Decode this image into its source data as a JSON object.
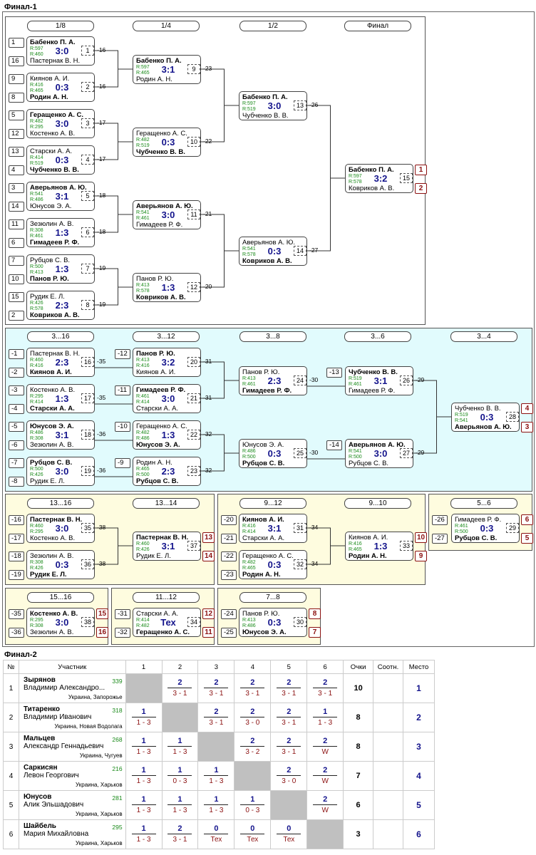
{
  "final1": {
    "title": "Финал-1",
    "main": {
      "rounds": [
        "1/8",
        "1/4",
        "1/2",
        "Финал"
      ],
      "seeds": [
        "1",
        "16",
        "9",
        "8",
        "5",
        "12",
        "13",
        "4",
        "3",
        "14",
        "11",
        "6",
        "7",
        "10",
        "15",
        "2"
      ],
      "r1": [
        {
          "p1": "Бабенко П. А.",
          "p2": "Пастернак В. Н.",
          "w": 1,
          "r1": "R:597",
          "r2": "R:460",
          "score": "3:0",
          "no": "1",
          "dest": "-16"
        },
        {
          "p1": "Киянов А. И.",
          "p2": "Родин А. Н.",
          "w": 2,
          "r1": "R:416",
          "r2": "R:465",
          "score": "0:3",
          "no": "2",
          "dest": "-16"
        },
        {
          "p1": "Геращенко А. С.",
          "p2": "Костенко А. В.",
          "w": 1,
          "r1": "R:482",
          "r2": "R:295",
          "score": "3:0",
          "no": "3",
          "dest": "-17"
        },
        {
          "p1": "Старски А. А.",
          "p2": "Чубченко В. В.",
          "w": 2,
          "r1": "R:414",
          "r2": "R:519",
          "score": "0:3",
          "no": "4",
          "dest": "-17"
        },
        {
          "p1": "Аверьянов А. Ю.",
          "p2": "Юнусов Э. А.",
          "w": 1,
          "r1": "R:541",
          "r2": "R:486",
          "score": "3:1",
          "no": "5",
          "dest": "-18"
        },
        {
          "p1": "Зезюлин А. В.",
          "p2": "Гимадеев Р. Ф.",
          "w": 2,
          "r1": "R:308",
          "r2": "R:461",
          "score": "1:3",
          "no": "6",
          "dest": "-18"
        },
        {
          "p1": "Рубцов С. В.",
          "p2": "Панов Р. Ю.",
          "w": 2,
          "r1": "R:500",
          "r2": "R:413",
          "score": "1:3",
          "no": "7",
          "dest": "-19"
        },
        {
          "p1": "Рудик Е. Л.",
          "p2": "Ковриков А. В.",
          "w": 2,
          "r1": "R:426",
          "r2": "R:578",
          "score": "2:3",
          "no": "8",
          "dest": "-19"
        }
      ],
      "r2": [
        {
          "p1": "Бабенко П. А.",
          "p2": "Родин А. Н.",
          "w": 1,
          "r1": "R:597",
          "r2": "R:465",
          "score": "3:1",
          "no": "9",
          "dest": "-23"
        },
        {
          "p1": "Геращенко А. С.",
          "p2": "Чубченко В. В.",
          "w": 2,
          "r1": "R:482",
          "r2": "R:519",
          "score": "0:3",
          "no": "10",
          "dest": "-22"
        },
        {
          "p1": "Аверьянов А. Ю.",
          "p2": "Гимадеев Р. Ф.",
          "w": 1,
          "r1": "R:541",
          "r2": "R:461",
          "score": "3:0",
          "no": "11",
          "dest": "-21"
        },
        {
          "p1": "Панов Р. Ю.",
          "p2": "Ковриков А. В.",
          "w": 2,
          "r1": "R:413",
          "r2": "R:578",
          "score": "1:3",
          "no": "12",
          "dest": "-20"
        }
      ],
      "r3": [
        {
          "p1": "Бабенко П. А.",
          "p2": "Чубченко В. В.",
          "w": 1,
          "r1": "R:597",
          "r2": "R:519",
          "score": "3:0",
          "no": "13",
          "dest": "-26"
        },
        {
          "p1": "Аверьянов А. Ю.",
          "p2": "Ковриков А. В.",
          "w": 2,
          "r1": "R:541",
          "r2": "R:578",
          "score": "0:3",
          "no": "14",
          "dest": "-27"
        }
      ],
      "final": {
        "p1": "Бабенко П. А.",
        "p2": "Ковриков А. В.",
        "w": 1,
        "r1": "R:597",
        "r2": "R:578",
        "score": "3:2",
        "no": "15",
        "place1": "1",
        "place2": "2"
      }
    },
    "b316": {
      "rounds": [
        "3...16",
        "3...12",
        "3...8",
        "3...6",
        "3...4"
      ],
      "seeds": [
        "-1",
        "-2",
        "-3",
        "-4",
        "-5",
        "-6",
        "-7",
        "-8"
      ],
      "seeds2": [
        "-12",
        "-11",
        "-10",
        "-9"
      ],
      "seeds4": [
        "-13",
        "-14"
      ],
      "r1": [
        {
          "p1": "Пастернак В. Н.",
          "p2": "Киянов А. И.",
          "w": 2,
          "r1": "R:460",
          "r2": "R:416",
          "score": "2:3",
          "no": "16",
          "dest": "-35"
        },
        {
          "p1": "Костенко А. В.",
          "p2": "Старски А. А.",
          "w": 2,
          "r1": "R:295",
          "r2": "R:414",
          "score": "1:3",
          "no": "17",
          "dest": "-35"
        },
        {
          "p1": "Юнусов Э. А.",
          "p2": "Зезюлин А. В.",
          "w": 1,
          "r1": "R:486",
          "r2": "R:308",
          "score": "3:1",
          "no": "18",
          "dest": "-36"
        },
        {
          "p1": "Рубцов С. В.",
          "p2": "Рудик Е. Л.",
          "w": 1,
          "r1": "R:500",
          "r2": "R:426",
          "score": "3:0",
          "no": "19",
          "dest": "-36"
        }
      ],
      "r2": [
        {
          "p1": "Панов Р. Ю.",
          "p2": "Киянов А. И.",
          "w": 1,
          "r1": "R:413",
          "r2": "R:416",
          "score": "3:2",
          "no": "20",
          "dest": "-31"
        },
        {
          "p1": "Гимадеев Р. Ф.",
          "p2": "Старски А. А.",
          "w": 1,
          "r1": "R:461",
          "r2": "R:414",
          "score": "3:0",
          "no": "21",
          "dest": "-31"
        },
        {
          "p1": "Геращенко А. С.",
          "p2": "Юнусов Э. А.",
          "w": 2,
          "r1": "R:482",
          "r2": "R:486",
          "score": "1:3",
          "no": "22",
          "dest": "-32"
        },
        {
          "p1": "Родин А. Н.",
          "p2": "Рубцов С. В.",
          "w": 2,
          "r1": "R:465",
          "r2": "R:500",
          "score": "2:3",
          "no": "23",
          "dest": "-32"
        }
      ],
      "r3": [
        {
          "p1": "Панов Р. Ю.",
          "p2": "Гимадеев Р. Ф.",
          "w": 2,
          "r1": "R:413",
          "r2": "R:461",
          "score": "2:3",
          "no": "24",
          "dest": "-30"
        },
        {
          "p1": "Юнусов Э. А.",
          "p2": "Рубцов С. В.",
          "w": 2,
          "r1": "R:486",
          "r2": "R:500",
          "score": "0:3",
          "no": "25",
          "dest": "-30"
        }
      ],
      "r4": [
        {
          "p1": "Чубченко В. В.",
          "p2": "Гимадеев Р. Ф.",
          "w": 1,
          "r1": "R:519",
          "r2": "R:461",
          "score": "3:1",
          "no": "26",
          "dest": "-29"
        },
        {
          "p1": "Аверьянов А. Ю.",
          "p2": "Рубцов С. В.",
          "w": 1,
          "r1": "R:541",
          "r2": "R:500",
          "score": "3:0",
          "no": "27",
          "dest": "-29"
        }
      ],
      "final": {
        "p1": "Чубченко В. В.",
        "p2": "Аверьянов А. Ю.",
        "w": 2,
        "r1": "R:519",
        "r2": "R:541",
        "score": "0:3",
        "no": "28",
        "place1": "4",
        "place2": "3"
      }
    },
    "b1316": {
      "rounds": [
        "13...16",
        "13...14"
      ],
      "seeds": [
        "-16",
        "-17",
        "-18",
        "-19"
      ],
      "r1": [
        {
          "p1": "Пастернак В. Н.",
          "p2": "Костенко А. В.",
          "w": 1,
          "r1": "R:460",
          "r2": "R:295",
          "score": "3:0",
          "no": "35",
          "dest": "-38"
        },
        {
          "p1": "Зезюлин А. В.",
          "p2": "Рудик Е. Л.",
          "w": 2,
          "r1": "R:308",
          "r2": "R:426",
          "score": "0:3",
          "no": "36",
          "dest": "-38"
        }
      ],
      "final": {
        "p1": "Пастернак В. Н.",
        "p2": "Рудик Е. Л.",
        "w": 1,
        "r1": "R:460",
        "r2": "R:426",
        "score": "3:1",
        "no": "37",
        "place1": "13",
        "place2": "14"
      }
    },
    "b912": {
      "rounds": [
        "9...12",
        "9...10"
      ],
      "seeds": [
        "-20",
        "-21",
        "-22",
        "-23"
      ],
      "r1": [
        {
          "p1": "Киянов А. И.",
          "p2": "Старски А. А.",
          "w": 1,
          "r1": "R:416",
          "r2": "R:414",
          "score": "3:1",
          "no": "31",
          "dest": "-34"
        },
        {
          "p1": "Геращенко А. С.",
          "p2": "Родин А. Н.",
          "w": 2,
          "r1": "R:482",
          "r2": "R:465",
          "score": "0:3",
          "no": "32",
          "dest": "-34"
        }
      ],
      "final": {
        "p1": "Киянов А. И.",
        "p2": "Родин А. Н.",
        "w": 2,
        "r1": "R:416",
        "r2": "R:465",
        "score": "1:3",
        "no": "33",
        "place1": "10",
        "place2": "9"
      }
    },
    "b56": {
      "rounds": [
        "5...6"
      ],
      "seeds": [
        "-26",
        "-27"
      ],
      "final": {
        "p1": "Гимадеев Р. Ф.",
        "p2": "Рубцов С. В.",
        "w": 2,
        "r1": "R:461",
        "r2": "R:500",
        "score": "0:3",
        "no": "29",
        "place1": "6",
        "place2": "5"
      }
    },
    "b1516": {
      "rounds": [
        "15...16"
      ],
      "seeds": [
        "-35",
        "-36"
      ],
      "final": {
        "p1": "Костенко А. В.",
        "p2": "Зезюлин А. В.",
        "w": 1,
        "r1": "R:295",
        "r2": "R:308",
        "score": "3:0",
        "no": "38",
        "place1": "15",
        "place2": "16"
      }
    },
    "b1112": {
      "rounds": [
        "11...12"
      ],
      "seeds": [
        "-31",
        "-32"
      ],
      "final": {
        "p1": "Старски А. А.",
        "p2": "Геращенко А. С.",
        "w": 2,
        "r1": "R:414",
        "r2": "R:482",
        "score": "Тех",
        "no": "34",
        "place1": "12",
        "place2": "11"
      }
    },
    "b78": {
      "rounds": [
        "7...8"
      ],
      "seeds": [
        "-24",
        "-25"
      ],
      "final": {
        "p1": "Панов Р. Ю.",
        "p2": "Юнусов Э. А.",
        "w": 2,
        "r1": "R:413",
        "r2": "R:486",
        "score": "0:3",
        "no": "30",
        "place1": "8",
        "place2": "7"
      }
    }
  },
  "final2": {
    "title": "Финал-2",
    "headers": [
      "№",
      "Участник",
      "1",
      "2",
      "3",
      "4",
      "5",
      "6",
      "Очки",
      "Соотн.",
      "Место"
    ],
    "rows": [
      {
        "no": "1",
        "surname": "Зырянов",
        "name": "Владимир Александро...",
        "rating": "339",
        "loc": "Украина, Запорожье",
        "cells": [
          null,
          [
            "2",
            "3 - 1"
          ],
          [
            "2",
            "3 - 1"
          ],
          [
            "2",
            "3 - 1"
          ],
          [
            "2",
            "3 - 1"
          ],
          [
            "2",
            "3 - 1"
          ]
        ],
        "pts": "10",
        "place": "1"
      },
      {
        "no": "2",
        "surname": "Титаренко",
        "name": "Владимир Иванович",
        "rating": "318",
        "loc": "Украина, Новая Водолага",
        "cells": [
          [
            "1",
            "1 - 3"
          ],
          null,
          [
            "2",
            "3 - 1"
          ],
          [
            "2",
            "3 - 0"
          ],
          [
            "2",
            "3 - 1"
          ],
          [
            "1",
            "1 - 3"
          ]
        ],
        "pts": "8",
        "place": "2"
      },
      {
        "no": "3",
        "surname": "Мальцев",
        "name": "Александр Геннадьевич",
        "rating": "268",
        "loc": "Украина, Чугуев",
        "cells": [
          [
            "1",
            "1 - 3"
          ],
          [
            "1",
            "1 - 3"
          ],
          null,
          [
            "2",
            "3 - 2"
          ],
          [
            "2",
            "3 - 1"
          ],
          [
            "2",
            "W"
          ]
        ],
        "pts": "8",
        "place": "3"
      },
      {
        "no": "4",
        "surname": "Саркисян",
        "name": "Левон Георгович",
        "rating": "216",
        "loc": "Украина, Харьков",
        "cells": [
          [
            "1",
            "1 - 3"
          ],
          [
            "1",
            "0 - 3"
          ],
          [
            "1",
            "1 - 3"
          ],
          null,
          [
            "2",
            "3 - 0"
          ],
          [
            "2",
            "W"
          ]
        ],
        "pts": "7",
        "place": "4"
      },
      {
        "no": "5",
        "surname": "Юнусов",
        "name": "Алик Эльшадович",
        "rating": "281",
        "loc": "Украина, Харьков",
        "cells": [
          [
            "1",
            "1 - 3"
          ],
          [
            "1",
            "1 - 3"
          ],
          [
            "1",
            "1 - 3"
          ],
          [
            "1",
            "0 - 3"
          ],
          null,
          [
            "2",
            "W"
          ]
        ],
        "pts": "6",
        "place": "5"
      },
      {
        "no": "6",
        "surname": "Шайбель",
        "name": "Мария Михайловна",
        "rating": "295",
        "loc": "Украина, Харьков",
        "cells": [
          [
            "1",
            "1 - 3"
          ],
          [
            "2",
            "3 - 1"
          ],
          [
            "0",
            "Тех"
          ],
          [
            "0",
            "Тех"
          ],
          [
            "0",
            "Тех"
          ],
          null
        ],
        "pts": "3",
        "place": "6"
      }
    ]
  }
}
